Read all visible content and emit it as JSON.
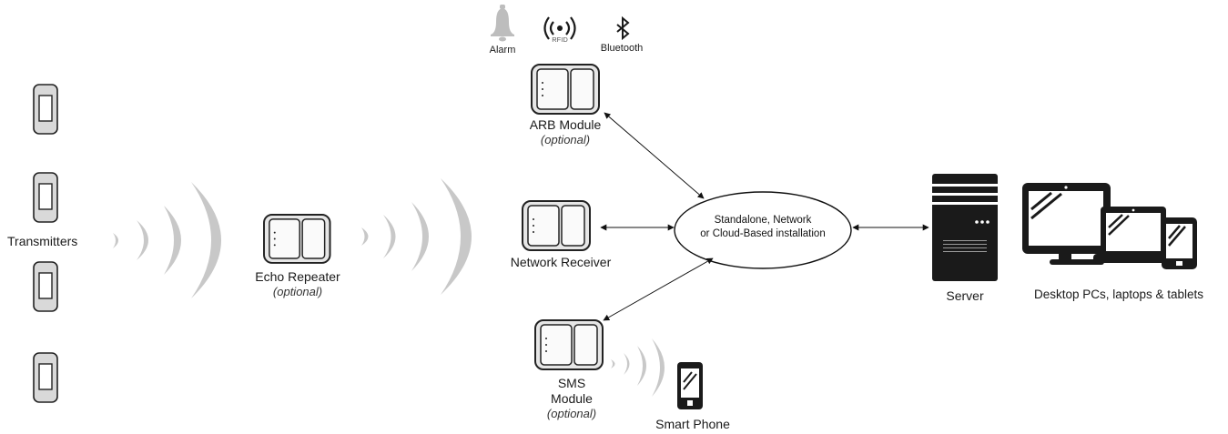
{
  "top_icons": {
    "alarm": {
      "label": "Alarm",
      "icon": "bell-icon"
    },
    "rfid": {
      "label": "RFID",
      "icon": "rfid-icon"
    },
    "bluetooth": {
      "label": "Bluetooth",
      "icon": "bluetooth-icon"
    }
  },
  "transmitters": {
    "label": "Transmitters",
    "count": 4
  },
  "echo_repeater": {
    "label": "Echo Repeater",
    "note": "(optional)"
  },
  "arb_module": {
    "label": "ARB Module",
    "note": "(optional)"
  },
  "network_receiver": {
    "label": "Network Receiver"
  },
  "sms_module": {
    "label_line1": "SMS",
    "label_line2": "Module",
    "note": "(optional)"
  },
  "smart_phone": {
    "label": "Smart Phone"
  },
  "installation": {
    "line1": "Standalone, Network",
    "line2": "or Cloud-Based installation"
  },
  "server": {
    "label": "Server"
  },
  "clients": {
    "label": "Desktop PCs, laptops & tablets"
  },
  "colors": {
    "device_fill": "#e8e8e8",
    "device_stroke": "#222222",
    "wave": "#c8c8c8",
    "icon_dark": "#1a1a1a"
  }
}
